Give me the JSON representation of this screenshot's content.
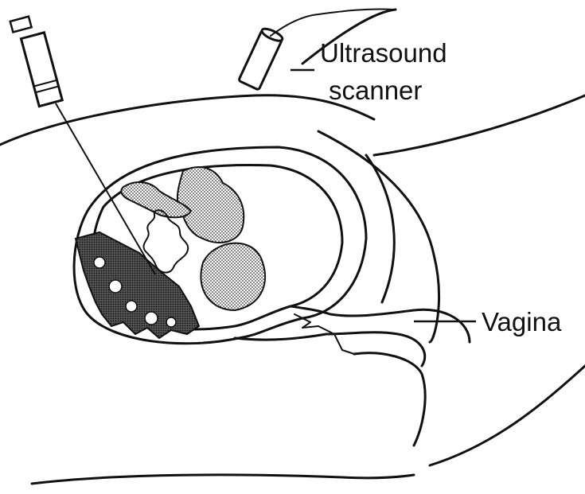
{
  "labels": {
    "ultrasound_line1": "Ultrasound",
    "ultrasound_line2": "scanner",
    "vagina": "Vagina"
  },
  "colors": {
    "ink": "#111111",
    "background": "#ffffff"
  },
  "icons": {
    "syringe": "syringe-icon",
    "probe": "ultrasound-probe-icon"
  }
}
